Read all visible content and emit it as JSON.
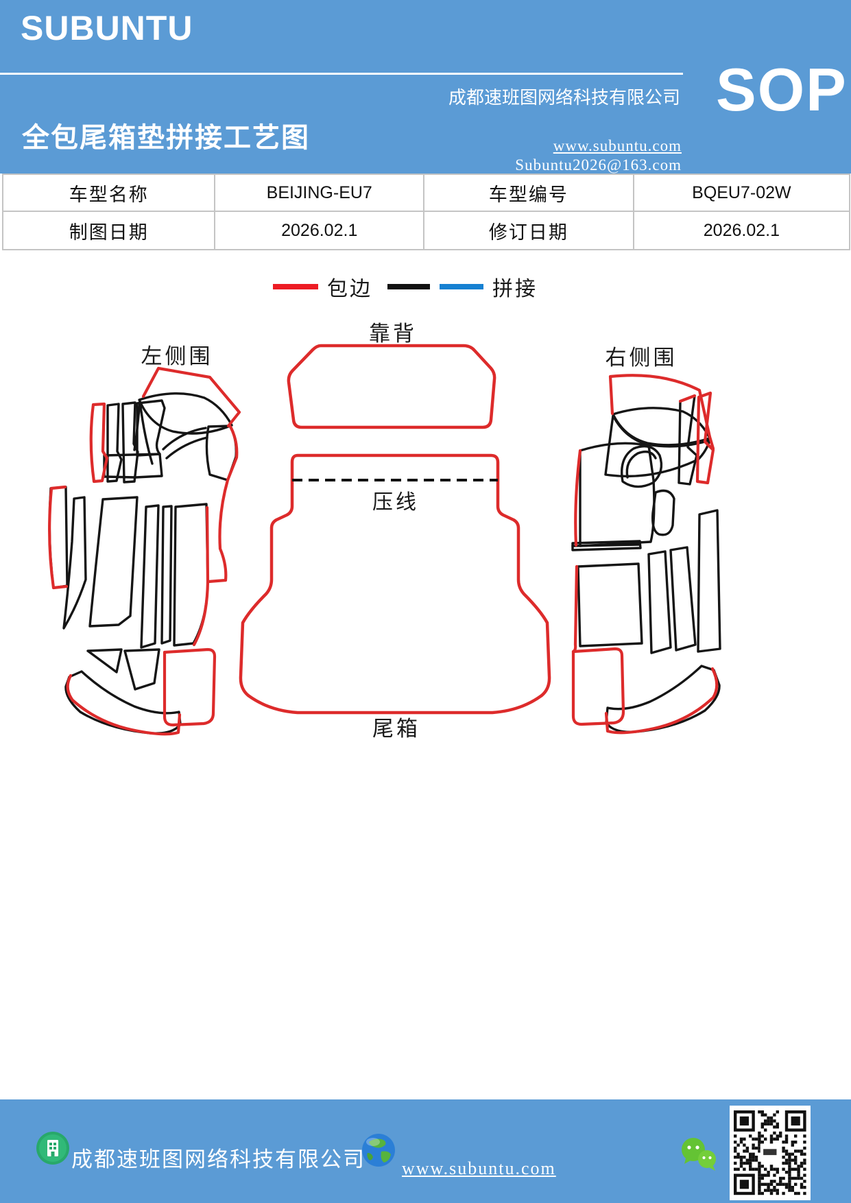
{
  "colors": {
    "banner_blue": "#5b9bd5",
    "binding_red": "#dd2b2b",
    "legend_red": "#ed1c24",
    "splice_black": "#111111",
    "splice_blue": "#1681d2",
    "table_border": "#c4c4c4",
    "wechat_green": "#64c334",
    "building_green": "#28a86a"
  },
  "header": {
    "brand": "SUBUNTU",
    "company": "成都速班图网络科技有限公司",
    "title": "全包尾箱垫拼接工艺图",
    "sop": "SOP",
    "website": "www.subuntu.com",
    "email": "Subuntu2026@163.com"
  },
  "info_table": {
    "rows": [
      {
        "c1": "车型名称",
        "c2": "BEIJING-EU7",
        "c3": "车型编号",
        "c4": "BQEU7-02W"
      },
      {
        "c1": "制图日期",
        "c2": "2026.02.1",
        "c3": "修订日期",
        "c4": "2026.02.1"
      }
    ]
  },
  "legend": {
    "binding_label": "包边",
    "splice_label": "拼接"
  },
  "diagram": {
    "labels": {
      "backrest": "靠背",
      "left_side": "左侧围",
      "right_side": "右侧围",
      "press_line": "压线",
      "trunk": "尾箱"
    }
  },
  "footer": {
    "company": "成都速班图网络科技有限公司",
    "website": "www.subuntu.com"
  },
  "icons": {
    "building": "building-icon",
    "globe": "globe-icon",
    "wechat": "wechat-icon",
    "qr": "qr-code"
  }
}
